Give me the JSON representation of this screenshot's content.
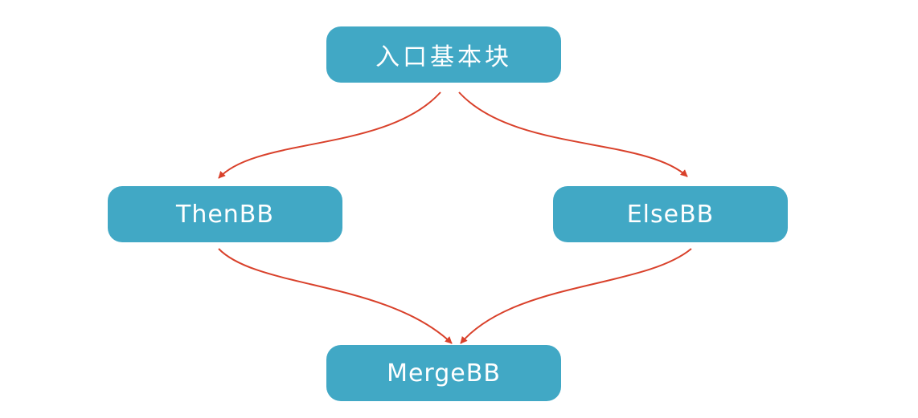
{
  "diagram": {
    "nodes": {
      "entry": {
        "label": "入口基本块"
      },
      "then": {
        "label": "ThenBB"
      },
      "else": {
        "label": "ElseBB"
      },
      "merge": {
        "label": "MergeBB"
      }
    },
    "edges": [
      {
        "from": "entry",
        "to": "then"
      },
      {
        "from": "entry",
        "to": "else"
      },
      {
        "from": "then",
        "to": "merge"
      },
      {
        "from": "else",
        "to": "merge"
      }
    ],
    "colors": {
      "node_fill": "#41a8c5",
      "node_text": "#ffffff",
      "edge": "#d9412b"
    }
  }
}
